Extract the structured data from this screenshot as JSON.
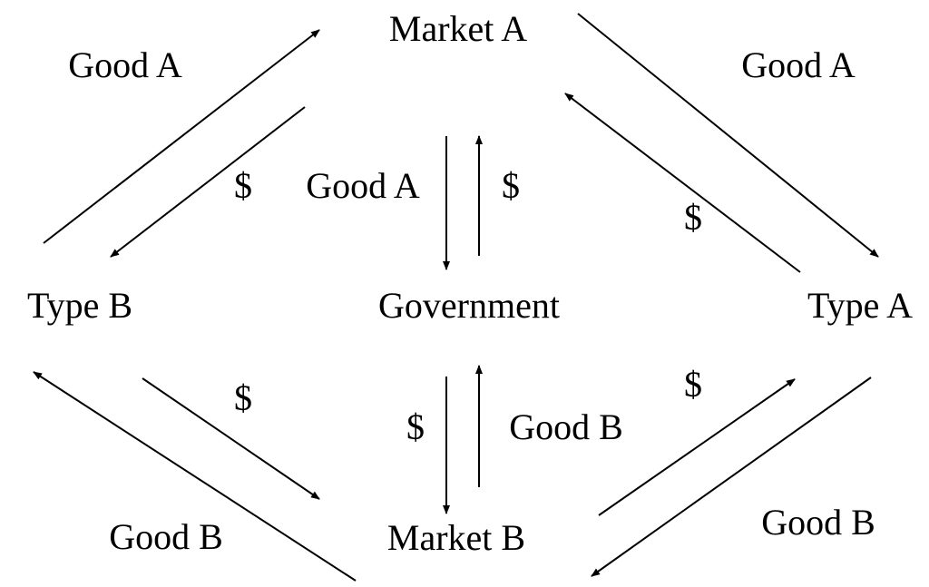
{
  "nodes": {
    "market_a": "Market A",
    "market_b": "Market B",
    "government": "Government",
    "type_a": "Type A",
    "type_b": "Type B"
  },
  "flows": {
    "typeb_to_marketa": "Good A",
    "marketa_to_typeb": "$",
    "marketa_to_government": "Good A",
    "government_to_marketa": "$",
    "marketa_to_typea": "Good A",
    "typea_to_marketa": "$",
    "typeb_to_marketb": "$",
    "government_to_marketb": "$",
    "marketb_to_government": "Good B",
    "marketb_to_typea": "$",
    "typea_to_marketb": "Good B",
    "marketb_to_typeb": "Good B"
  }
}
